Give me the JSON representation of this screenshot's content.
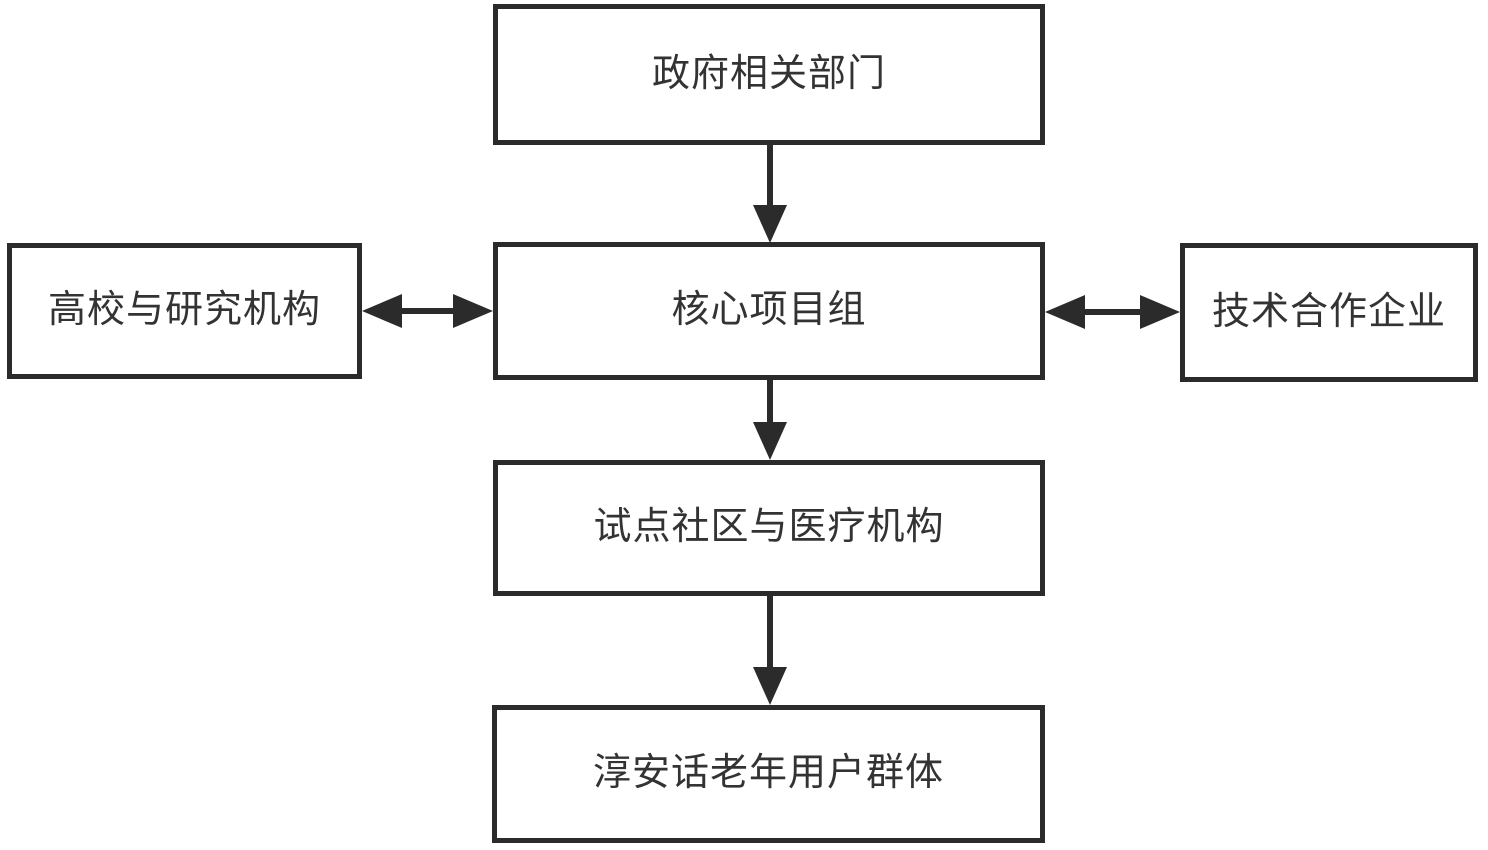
{
  "diagram": {
    "type": "flowchart",
    "background_color": "#ffffff",
    "node_border_color": "#2b2b2b",
    "node_fill_color": "#ffffff",
    "arrow_color": "#2b2b2b",
    "text_color": "#333333",
    "nodes": {
      "government": {
        "label": "政府相关部门"
      },
      "university": {
        "label": "高校与研究机构"
      },
      "core": {
        "label": "核心项目组"
      },
      "tech": {
        "label": "技术合作企业"
      },
      "pilot": {
        "label": "试点社区与医疗机构"
      },
      "elderly": {
        "label": "淳安话老年用户群体"
      }
    },
    "edges": [
      {
        "from": "government",
        "to": "core",
        "direction": "down",
        "style": "solid-arrow"
      },
      {
        "from": "university",
        "to": "core",
        "direction": "bidirectional",
        "style": "solid-arrow"
      },
      {
        "from": "core",
        "to": "tech",
        "direction": "bidirectional",
        "style": "solid-arrow"
      },
      {
        "from": "core",
        "to": "pilot",
        "direction": "down",
        "style": "solid-arrow"
      },
      {
        "from": "pilot",
        "to": "elderly",
        "direction": "down",
        "style": "solid-arrow"
      }
    ]
  }
}
